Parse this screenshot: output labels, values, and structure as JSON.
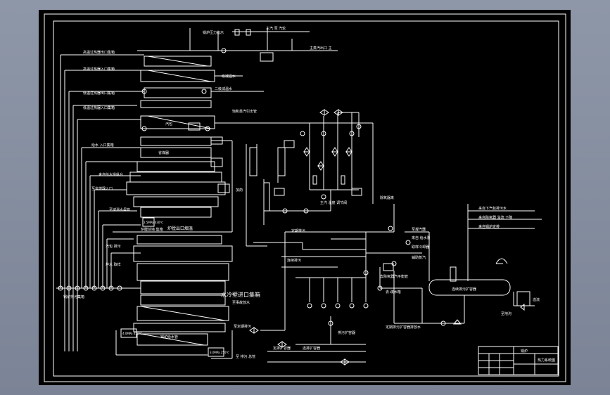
{
  "drawing": {
    "background": "#000000",
    "line_color": "#ffffff",
    "frame_color": "#ffffff"
  },
  "labels": {
    "header_meter": "锅炉压力指示",
    "header_steam_to": "主汽 至 汽轮",
    "main_steam_out": "主蒸汽出口 主",
    "hp_sh_out_left": "高温过热器出口集箱",
    "hp_sh_in_left": "高温过热器入口集箱",
    "desuper_1": "一级减温水",
    "desuper_2": "二级减温水",
    "lt_sh_out": "低温过热器出口集箱",
    "lt_sh_in": "低温过热器入口集箱",
    "sat_steam": "饱和蒸汽引出管",
    "drum_label": "汽包",
    "feed_water_in": "给水 入口集箱",
    "economizer": "省煤器",
    "furnace_tag": "炉膛出口烟温",
    "furnace_front": "炉膛前墙 集箱",
    "water_inlet": "水冷壁进口集箱",
    "drain_header": "锅炉排污集箱",
    "blowdown": "连续排污",
    "intermittent": "定期排污",
    "drain_tank": "定排扩容器",
    "cont_tank": "连排扩容器",
    "deaerator_in": "除氧器来",
    "main_steam_valve": "主汽 温度 调节阀",
    "to_condenser": "至凝汽器",
    "from_pump": "来自 给水泵",
    "sample": "取样冷却器",
    "aux_steam": "辅助蒸汽",
    "tank_label": "连续排污扩容器",
    "side_note_1": "来自下汽包排污水",
    "side_note_2": "来自除氧器 溢流 下降",
    "side_note_3": "来自锅炉定排",
    "overflow": "溢流",
    "to_trench": "至地沟",
    "drain_note": "定期排污扩容器排放水",
    "bottom_label": "锅炉给水管",
    "bottom_right": "排污扩容器",
    "v_label_1": "去除氧器汽平衡管",
    "v_label_2": "去 疏水箱",
    "title_block_name": "锅炉",
    "title_block_sheet": "热力系统图",
    "small_a": "至事故放水",
    "small_b": "至定期排污",
    "small_c": "至 排污 总管",
    "small_d": "汽包 排污",
    "small_e": "加药",
    "small_f": "炉水 取样",
    "pressure_tag_1": "2.5MPa 430℃",
    "pressure_tag_2": "4.0MPa 450℃",
    "pressure_tag_3": "3.0MPa 250℃",
    "left_feed_a": "来自给水操纵台",
    "left_feed_b": "至省煤器入口",
    "left_feed_c": "至减温水母管"
  }
}
